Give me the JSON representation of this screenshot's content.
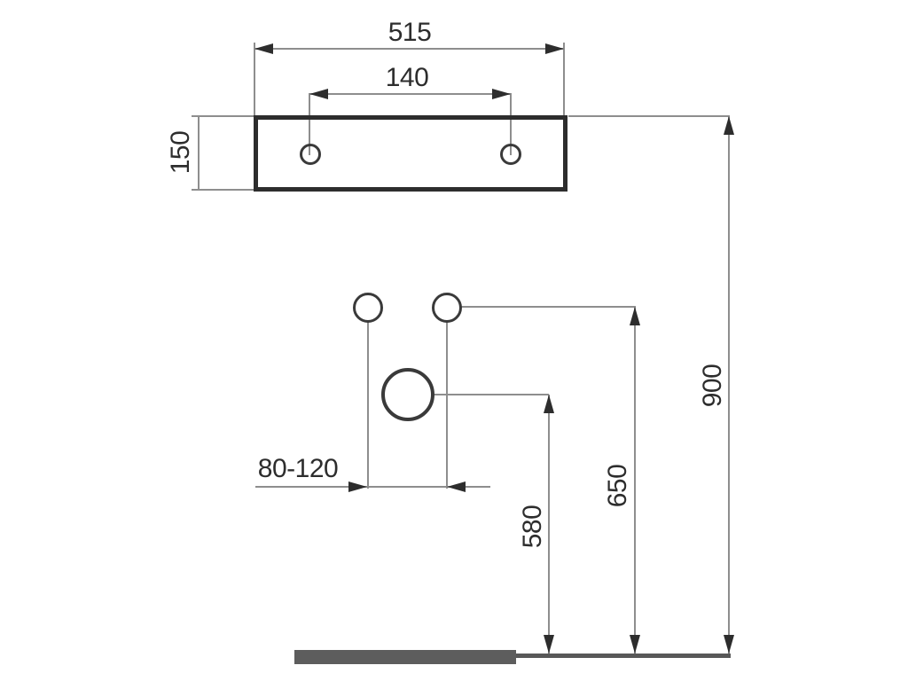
{
  "diagram": {
    "dimensions": {
      "top_width": "515",
      "top_hole_spacing": "140",
      "top_depth": "150",
      "faucet_hole_range": "80-120",
      "drain_height": "580",
      "supply_height": "650",
      "total_height": "900"
    },
    "colors": {
      "background": "#ffffff",
      "outline": "#2d2d2d",
      "thin_line": "#8e8e8e",
      "arrow": "#2d2d2d",
      "floor": "#5d5d5d"
    }
  }
}
